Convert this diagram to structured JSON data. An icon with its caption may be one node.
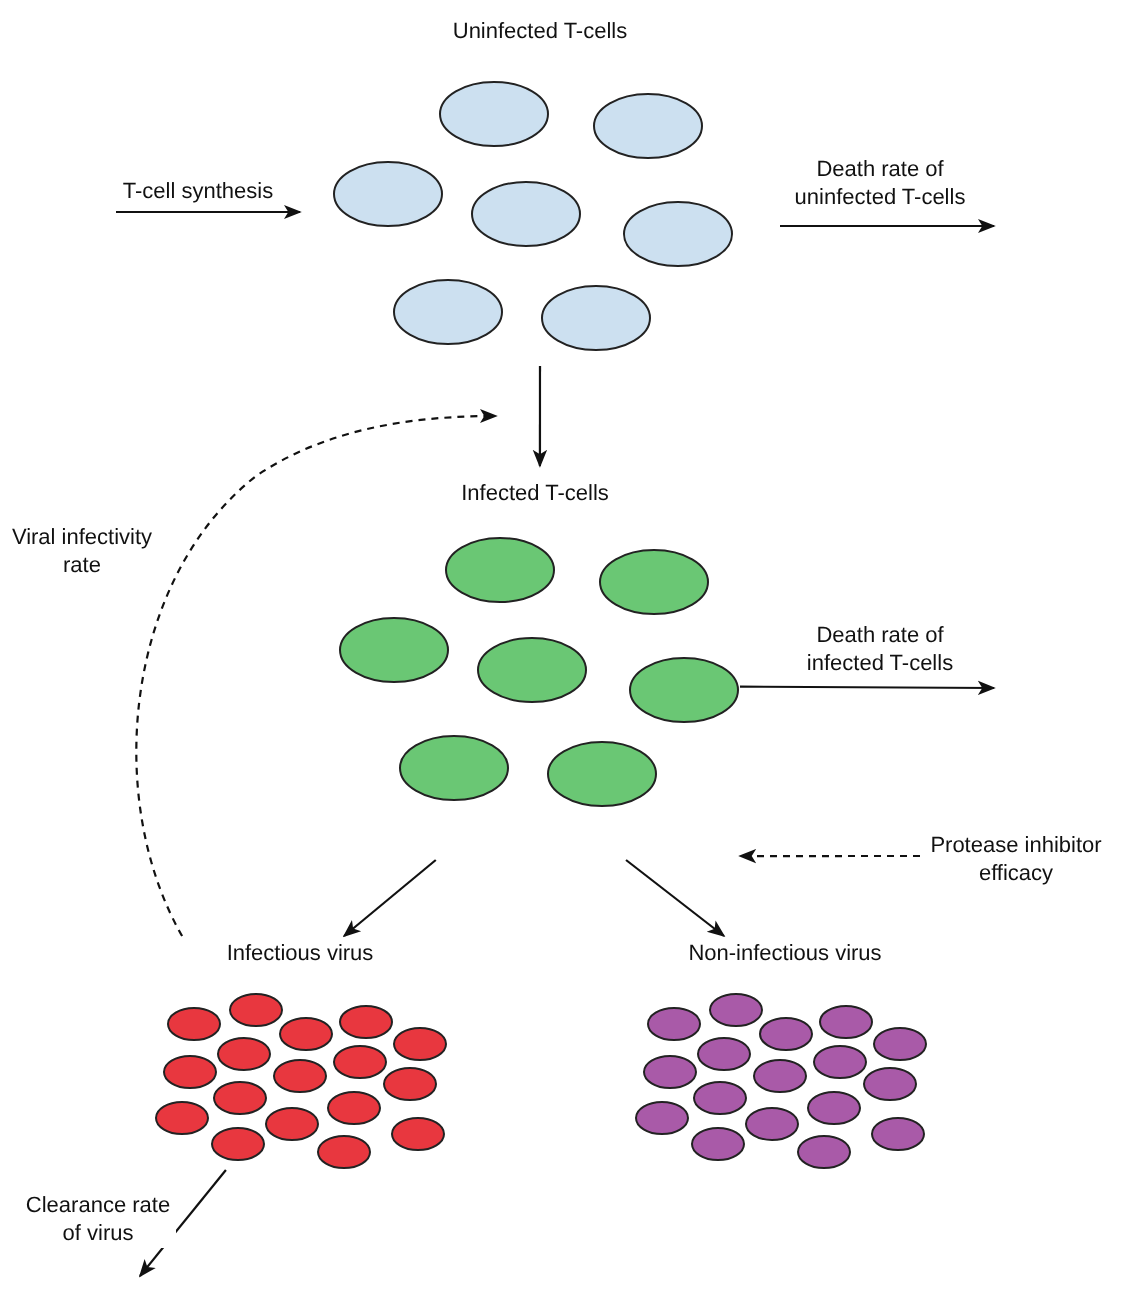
{
  "diagram": {
    "nodes": [
      {
        "text": [
          "Uninfected T-cells"
        ]
      },
      {
        "text": [
          "Infected T-cells"
        ]
      },
      {
        "text": [
          "Infectious virus"
        ]
      },
      {
        "text": [
          "Non-infectious virus"
        ]
      },
      {
        "text": [
          "Protease inhibitor efficacy"
        ]
      }
    ],
    "edges": [
      {
        "from": null,
        "to": 0,
        "arrow": "to",
        "label": "T-cell synthesis"
      },
      {
        "from": 0,
        "to": null,
        "arrow": "to",
        "label": "Death rate of uninfected T-cells"
      },
      {
        "from": 0,
        "to": 1,
        "arrow": "to"
      },
      {
        "from": 1,
        "to": null,
        "arrow": "to",
        "label": "Death rate of infected T-cells"
      },
      {
        "from": 1,
        "to": 2,
        "arrow": "to"
      },
      {
        "from": 1,
        "to": 3,
        "arrow": "to"
      },
      {
        "from": 4,
        "to": 1,
        "arrow": "to",
        "style": "dashed"
      },
      {
        "from": 2,
        "to": null,
        "arrow": "to",
        "style": "dashed",
        "label": "Viral infectivity rate"
      },
      {
        "from": 2,
        "to": null,
        "arrow": "to",
        "label": "Clearance rate of virus"
      }
    ]
  }
}
